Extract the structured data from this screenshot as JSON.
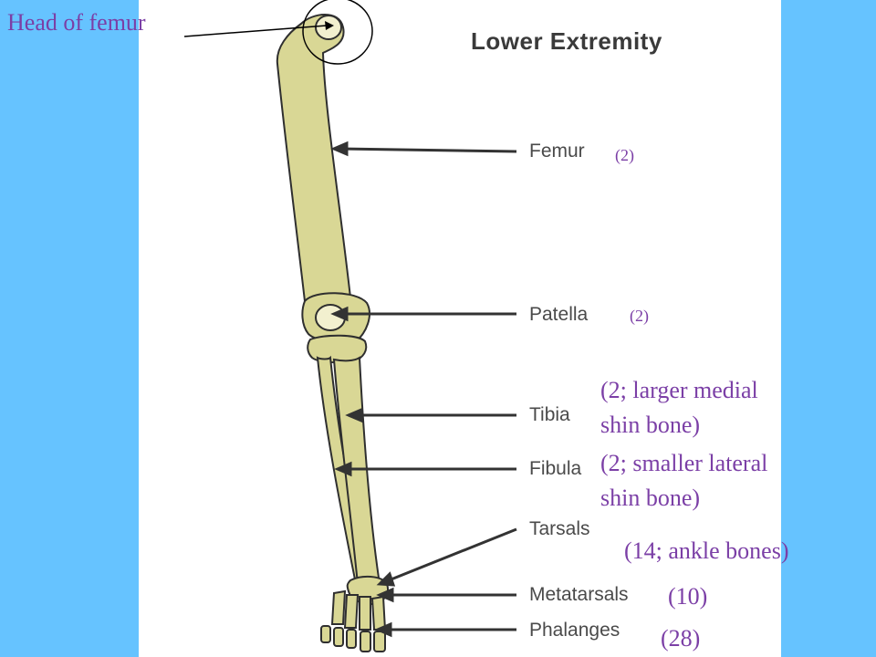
{
  "title": "Lower Extremity",
  "head_of_femur": "Head of femur",
  "labels": {
    "femur": "Femur",
    "patella": "Patella",
    "tibia": "Tibia",
    "fibula": "Fibula",
    "tarsals": "Tarsals",
    "metatarsals": "Metatarsals",
    "phalanges": "Phalanges"
  },
  "counts": {
    "femur": "(2)",
    "patella": "(2)",
    "tibia_line1": "(2; larger medial",
    "tibia_line2": "shin bone)",
    "fibula_line1": "(2; smaller lateral",
    "fibula_line2": "shin bone)",
    "tarsals": "(14; ankle bones)",
    "metatarsals": "(10)",
    "phalanges": "(28)"
  },
  "colors": {
    "background": "#66c3ff",
    "bone": "#d9d795",
    "annotation": "#7b3fa6"
  }
}
